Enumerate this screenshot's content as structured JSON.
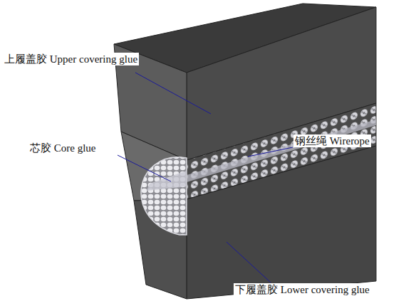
{
  "diagram": {
    "labels": [
      "上履盖胶 Upper covering glue",
      "芯胶 Core glue",
      "钢丝绳 Wirerope",
      "下履盖胶 Lower covering glue"
    ]
  }
}
